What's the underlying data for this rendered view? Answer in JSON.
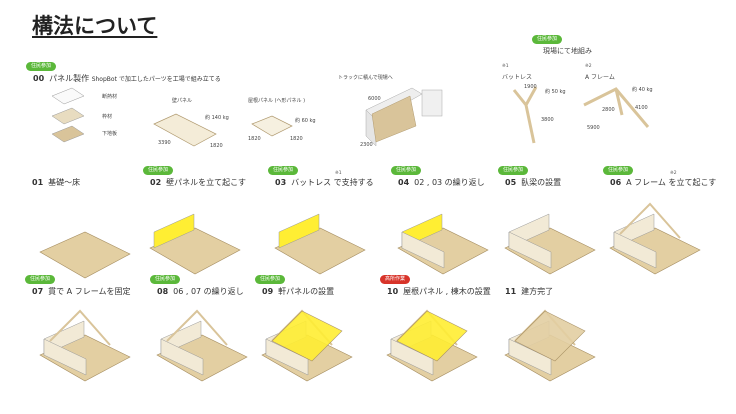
{
  "title": "構法について",
  "badges": {
    "resident": "住民参加",
    "height_work": "高所作業"
  },
  "step00": {
    "num": "00",
    "label": "パネル製作",
    "desc": "ShopBot で加工したパーツを工場で組み立てる",
    "layers": [
      "断熱材",
      "枠材",
      "下地板"
    ],
    "wall_panel": {
      "label": "壁パネル",
      "weight": "約 140 kg",
      "w": "3390",
      "d": "1820"
    },
    "roof_panel": {
      "label": "屋根パネル (ヘ形パネル )",
      "weight": "約 60 kg",
      "w": "1820",
      "d": "1820"
    },
    "truck": {
      "label": "トラックに積んで現場へ",
      "len": "6000",
      "wid": "2300"
    }
  },
  "ground": {
    "label": "現場にて地組み",
    "buttress": {
      "note": "※1",
      "label": "バットレス",
      "w": "1900",
      "h": "3800",
      "weight": "約 50 kg"
    },
    "aframe": {
      "note": "※2",
      "label": "A フレーム",
      "w": "5900",
      "h": "2800",
      "l": "4100",
      "weight": "約 40 kg"
    }
  },
  "steps_row1": [
    {
      "num": "01",
      "label": "基礎〜床",
      "badge": false
    },
    {
      "num": "02",
      "label": "壁パネルを立て起こす",
      "badge": true
    },
    {
      "num": "03",
      "label": "バットレス で支持する",
      "badge": true,
      "note": "※1"
    },
    {
      "num": "04",
      "label": "02 , 03 の繰り返し",
      "badge": true
    },
    {
      "num": "05",
      "label": "臥梁の設置",
      "badge": true
    },
    {
      "num": "06",
      "label": "A フレーム を立て起こす",
      "badge": true,
      "note": "※2"
    }
  ],
  "steps_row2": [
    {
      "num": "07",
      "label": "貫で A フレームを固定",
      "badge": true
    },
    {
      "num": "08",
      "label": "06 , 07 の繰り返し",
      "badge": true
    },
    {
      "num": "09",
      "label": "軒パネルの設置",
      "badge": true
    },
    {
      "num": "10",
      "label": "屋根パネル , 棟木の設置",
      "badge": "red"
    },
    {
      "num": "11",
      "label": "建方完了",
      "badge": false
    }
  ]
}
